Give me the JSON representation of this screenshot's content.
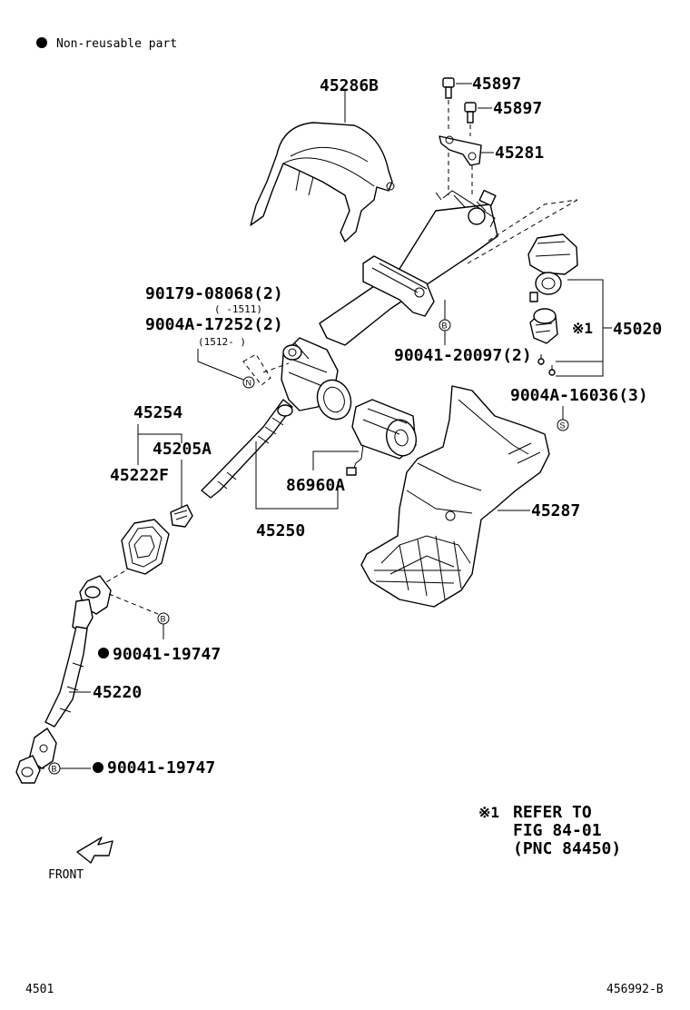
{
  "legend": {
    "bullet_text": "Non-reusable part"
  },
  "parts": {
    "p45286B": "45286B",
    "p45897a": "45897",
    "p45897b": "45897",
    "p45281": "45281",
    "p90179": "90179-08068(2)",
    "p90179_range": "(    -1511)",
    "p9004A_17252": "9004A-17252(2)",
    "p9004A_range": "(1512-    )",
    "p90041_20097": "90041-20097(2)",
    "p45020": "45020",
    "p45020_note": "※1",
    "p9004A_16036": "9004A-16036(3)",
    "p45254": "45254",
    "p45205A": "45205A",
    "p45222F": "45222F",
    "p86960A": "86960A",
    "p45250": "45250",
    "p45287": "45287",
    "p90041_19747a": "90041-19747",
    "p45220": "45220",
    "p90041_19747b": "90041-19747"
  },
  "callouts": {
    "N": "N",
    "B": "B",
    "S": "S"
  },
  "refer_note": {
    "mark": "※1",
    "line1": "REFER TO",
    "line2": "FIG 84-01",
    "line3": "(PNC 84450)"
  },
  "front_label": "FRONT",
  "footer": {
    "left": "4501",
    "right": "456992-B"
  }
}
